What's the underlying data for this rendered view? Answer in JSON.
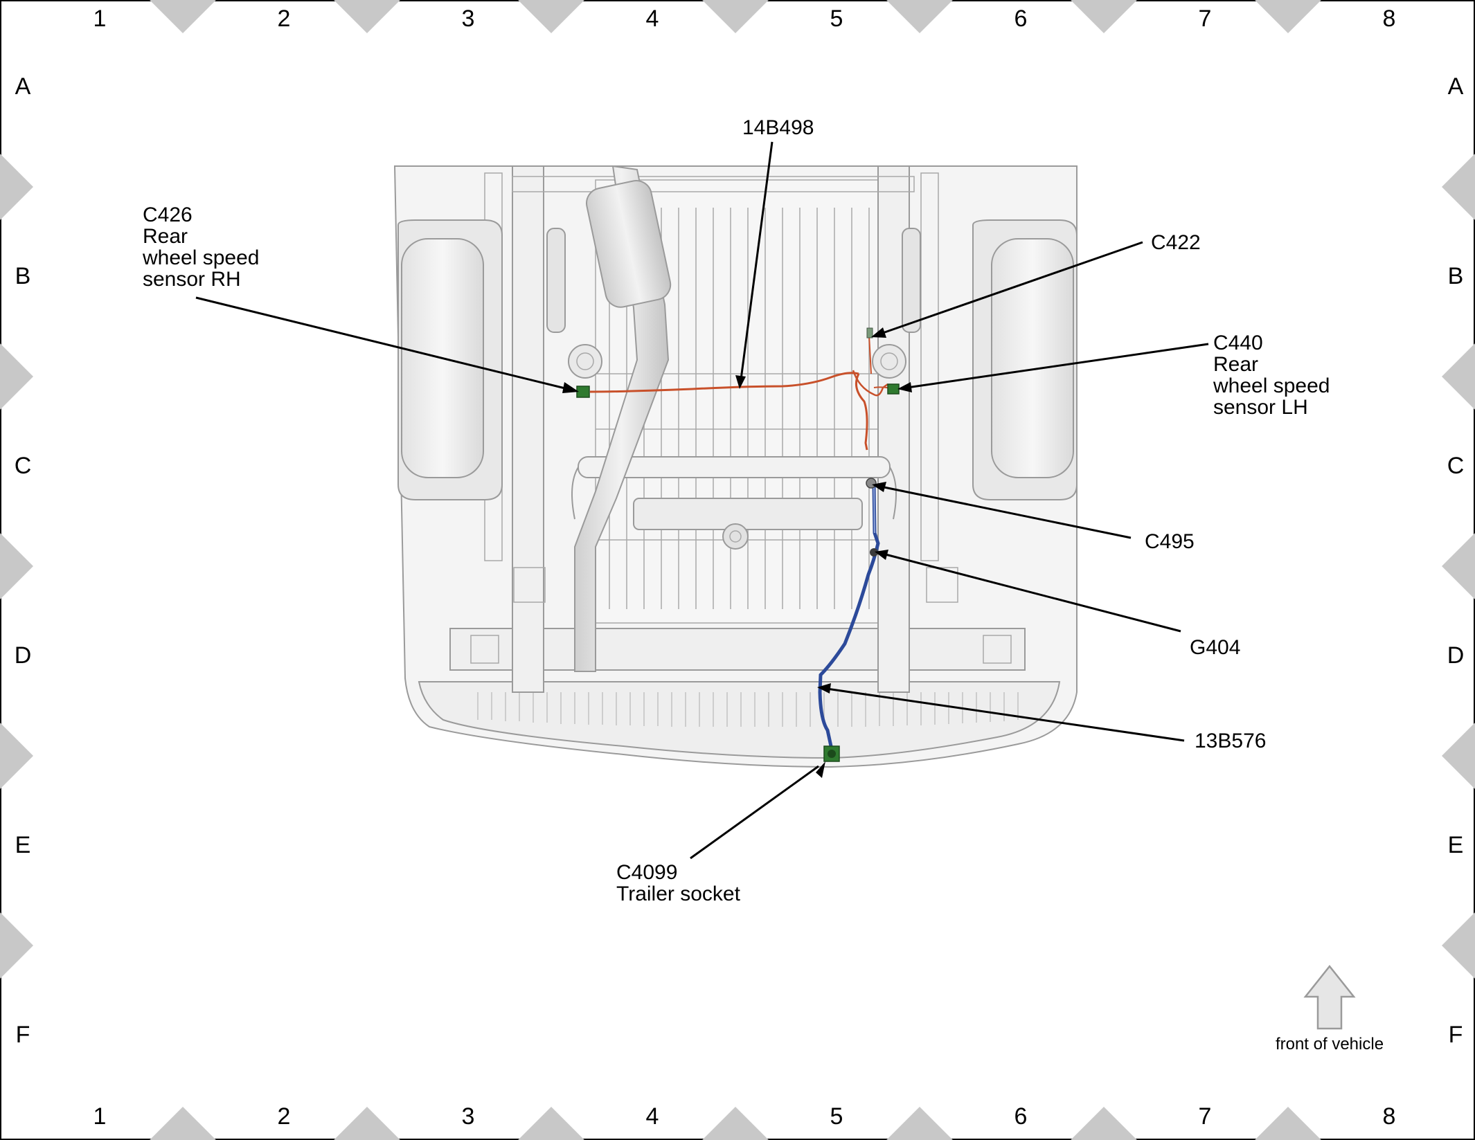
{
  "grid": {
    "columns": [
      "1",
      "2",
      "3",
      "4",
      "5",
      "6",
      "7",
      "8"
    ],
    "rows": [
      "A",
      "B",
      "C",
      "D",
      "E",
      "F"
    ]
  },
  "callouts": {
    "c426": [
      "C426",
      "Rear",
      "wheel speed",
      "sensor RH"
    ],
    "harness_14b498": [
      "14B498"
    ],
    "c422": [
      "C422"
    ],
    "c440": [
      "C440",
      "Rear",
      "wheel speed",
      "sensor LH"
    ],
    "c495": [
      "C495"
    ],
    "g404": [
      "G404"
    ],
    "harness_13b576": [
      "13B576"
    ],
    "c4099": [
      "C4099",
      "Trailer socket"
    ]
  },
  "orientation": {
    "label": "front of vehicle",
    "icon": "up-arrow-icon"
  },
  "colors": {
    "harness_14b498": "#c8502a",
    "harness_13b576": "#2c4a9a",
    "connector": "#2f7a2f",
    "frame_border": "#000000",
    "margin_marker": "#c8c8c8"
  }
}
